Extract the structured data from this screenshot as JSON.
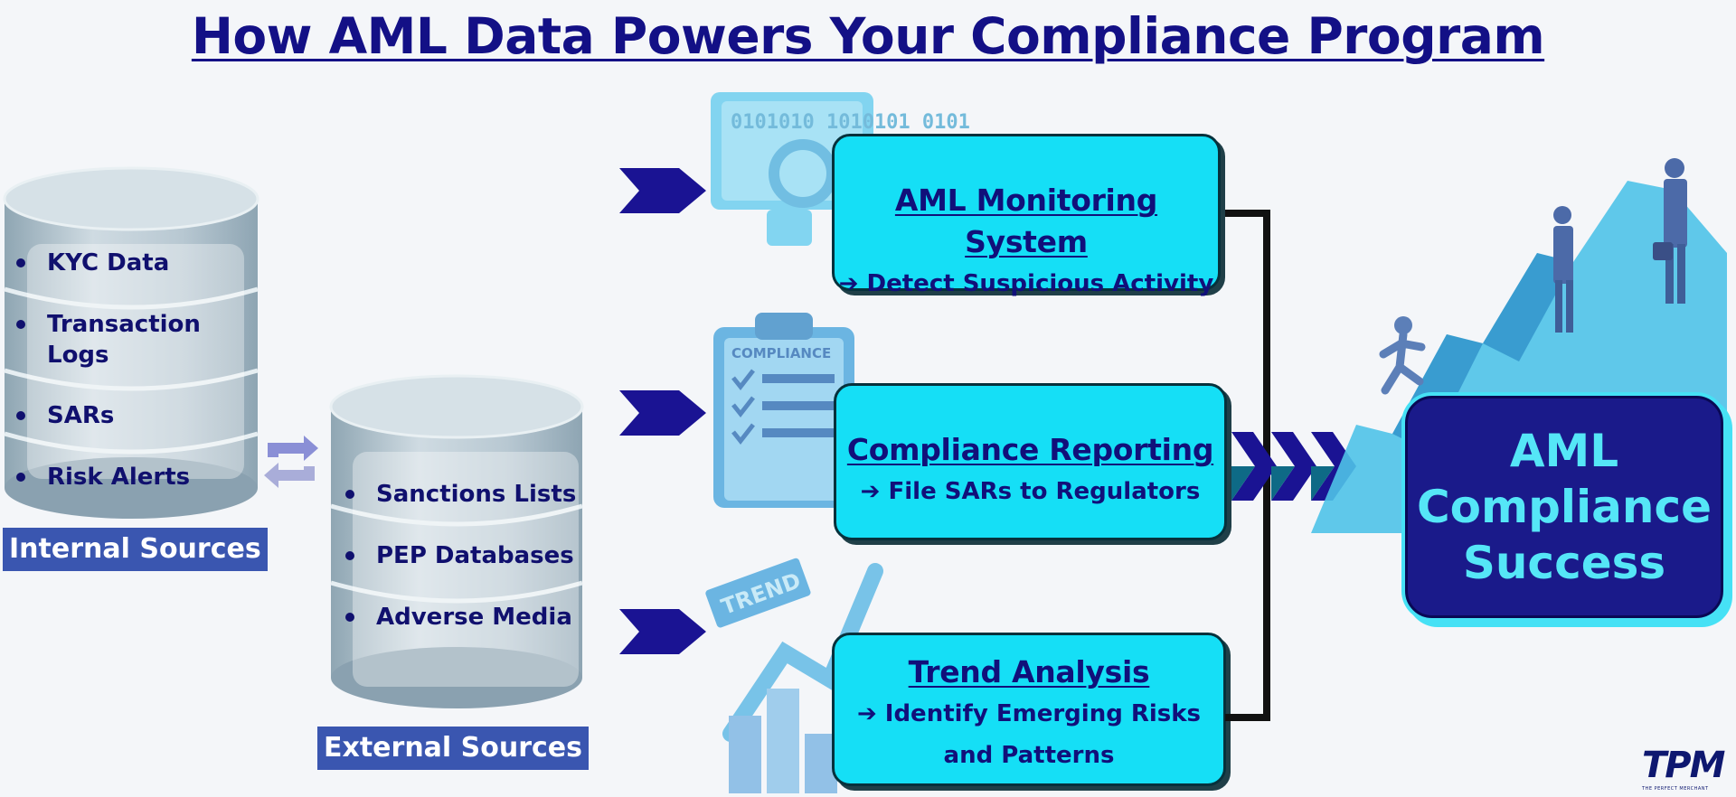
{
  "title": "How AML Data Powers Your Compliance Program",
  "internal": {
    "label": "Internal Sources",
    "items": [
      "KYC Data",
      "Transaction Logs",
      "SARs",
      "Risk Alerts"
    ]
  },
  "external": {
    "label": "External Sources",
    "items": [
      "Sanctions Lists",
      "PEP Databases",
      "Adverse Media"
    ]
  },
  "processes": [
    {
      "title": "AML Monitoring System",
      "sub": "➔ Detect Suspicious Activity"
    },
    {
      "title": "Compliance Reporting",
      "sub": "➔ File SARs to Regulators"
    },
    {
      "title": "Trend Analysis",
      "sub": "➔ Identify Emerging Risks and Patterns"
    }
  ],
  "illustrations": {
    "monitor_binary": "0101010 1010101 0101",
    "clipboard_label": "COMPLIANCE",
    "trend_label": "TREND"
  },
  "result": {
    "lines": [
      "AML",
      "Compliance",
      "Success"
    ]
  },
  "logo": {
    "text": "TPM",
    "tagline": "THE PERFECT MERCHANT"
  },
  "colors": {
    "navy": "#131086",
    "cyan": "#15dff6",
    "label_blue": "#3a56b0",
    "chevron": "#1a1393",
    "success_bg": "#1a1a8a"
  },
  "icons": [
    "recycle-arrows-icon",
    "chevron-arrow-icon",
    "monitor-icon",
    "clipboard-icon",
    "trend-chart-icon",
    "stairs-people-icon"
  ]
}
